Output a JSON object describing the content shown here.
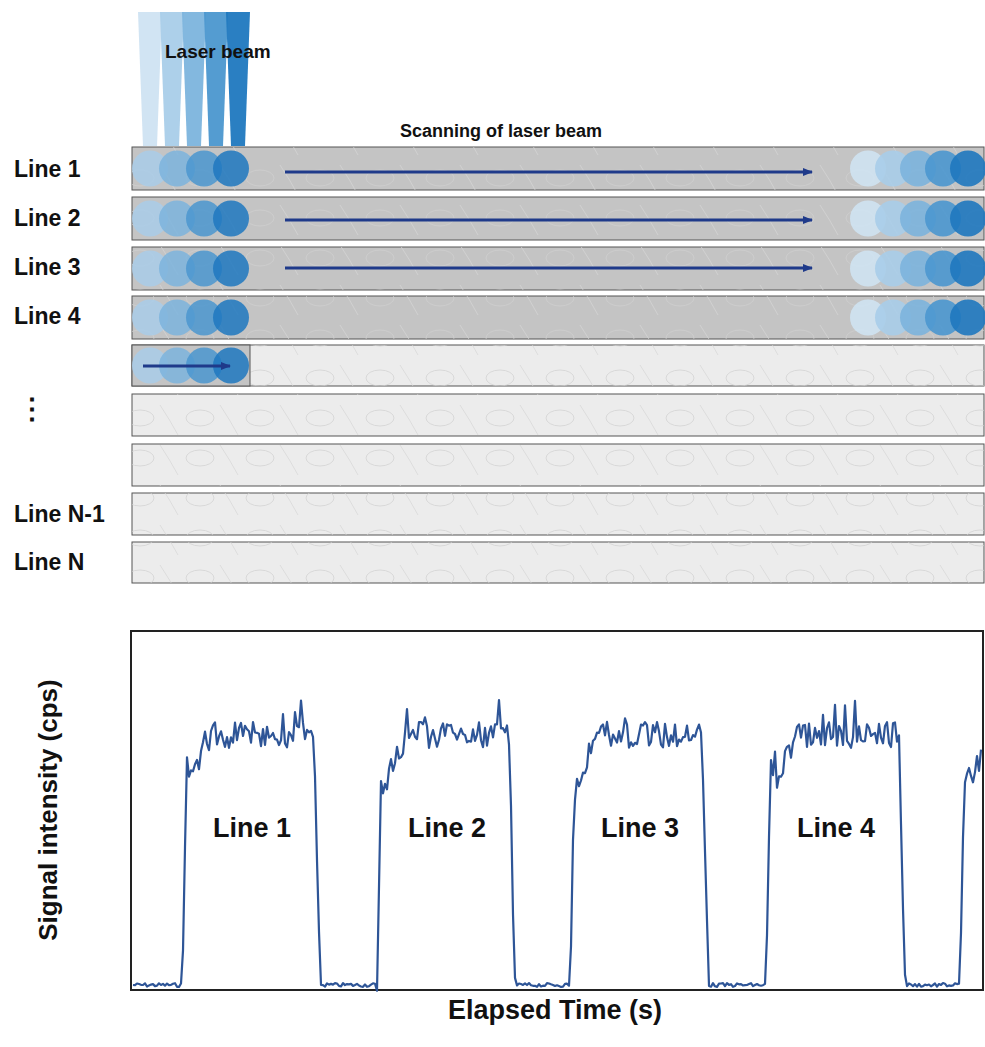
{
  "diagram": {
    "labels": [
      "Laser beam",
      "Scanning of laser beam",
      "Line 1",
      "Line 2",
      "Line 3",
      "Line 4",
      "⋮",
      "Line N-1",
      "Line N",
      "Signal intensity (cps)",
      "Elapsed Time (s)",
      "Line 1",
      "Line 2",
      "Line 3",
      "Line 4"
    ]
  }
}
